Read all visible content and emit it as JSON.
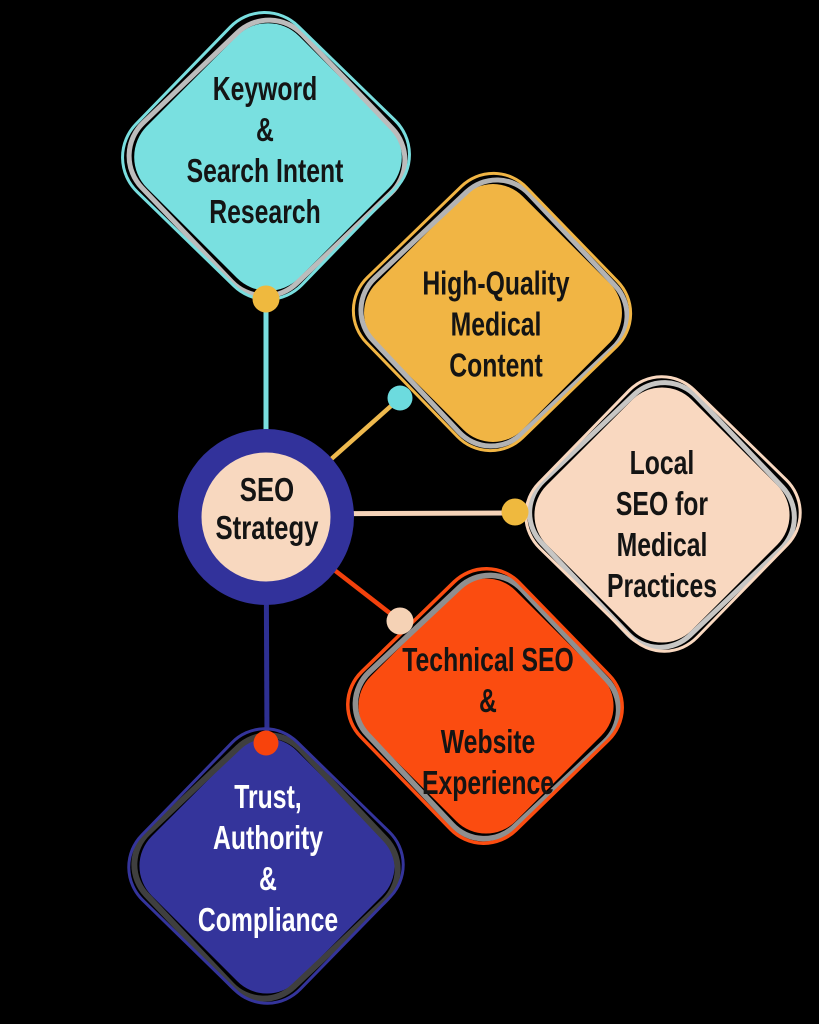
{
  "background": "#000000",
  "colors": {
    "teal": "#79e0e0",
    "teal_line": "#79dedf",
    "teal_dot": "#6cdbde",
    "yellow": "#f1b544",
    "yellow_line": "#efba4e",
    "yellow_dot": "#efb93e",
    "peach": "#f9d8c0",
    "peach_line": "#f5d3b8",
    "peach_dot": "#f5d2b5",
    "orange": "#fb4c10",
    "orange_line": "#f3410c",
    "orange_dot": "#f8430c",
    "navy": "#34349b",
    "navy_line": "#2e3092",
    "gray_light": "#bcbcbc",
    "gray_mid": "#b3b3b3",
    "gray_soft": "#c7c6c4",
    "gray_dark": "#8f8f8f",
    "charcoal": "#3f3f3f",
    "center_ring": "#32329b",
    "center_fill": "#f8d8bf",
    "text_dark": "#141414",
    "text_light": "#ffffff"
  },
  "center": {
    "label": "SEO\nStrategy"
  },
  "nodes": [
    {
      "id": "keyword-search-intent-research",
      "label": "Keyword\n&\nSearch Intent\nResearch"
    },
    {
      "id": "high-quality-medical-content",
      "label": "High-Quality\nMedical\nContent"
    },
    {
      "id": "local-seo-for-medical-practices",
      "label": "Local SEO for\nMedical\nPractices"
    },
    {
      "id": "technical-seo-website-experience",
      "label": "Technical SEO\n&\nWebsite\nExperience"
    },
    {
      "id": "trust-authority-compliance",
      "label": "Trust,\nAuthority\n&\nCompliance"
    }
  ]
}
